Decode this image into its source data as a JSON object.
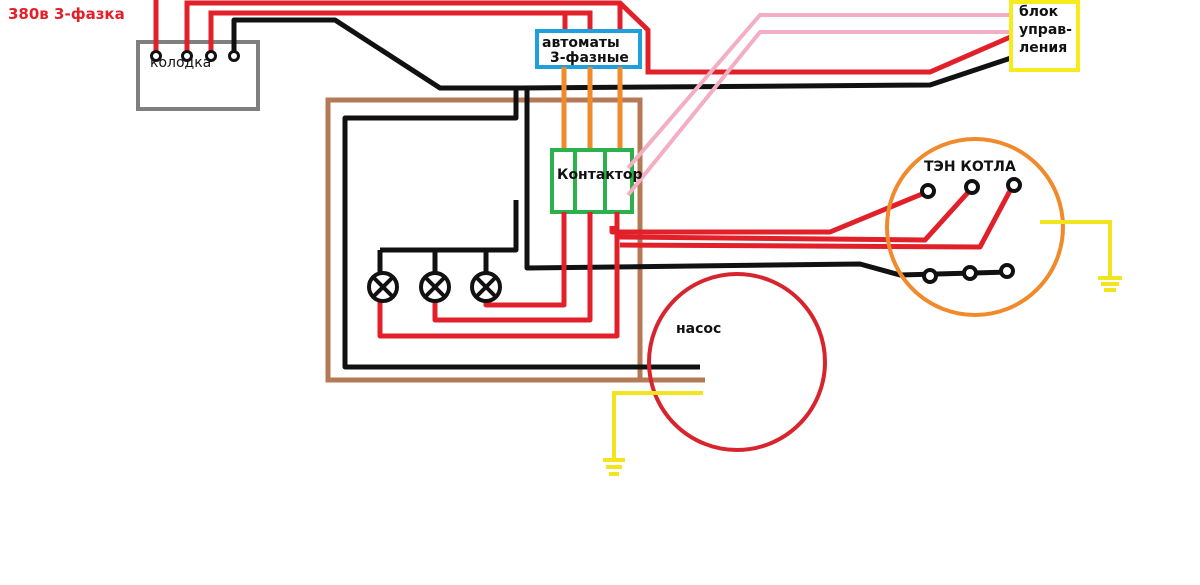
{
  "diagram": {
    "title": "380в 3-фазка",
    "terminal_block": "колодка",
    "breakers_line1": "автоматы",
    "breakers_line2": "3-фазные",
    "control_unit_line1": "блок",
    "control_unit_line2": "управ-",
    "control_unit_line3": "ления",
    "contactor": "Контактор",
    "boiler_heater": "ТЭН КОТЛА",
    "pump": "насос"
  },
  "colors": {
    "phase_wire": "#e1202a",
    "neutral_wire": "#111111",
    "control_wire": "#f4aec4",
    "ground_wire": "#f2e51e",
    "breaker_wire": "#f08a2b",
    "breaker_frame": "#1fa0dc",
    "contactor_frame": "#2bb24c",
    "terminal_frame": "#7f7f7f",
    "cabinet_frame": "#b47a57",
    "heater_frame": "#f08a2b",
    "pump_frame": "#d8242c",
    "control_frame": "#f7ea1d"
  }
}
